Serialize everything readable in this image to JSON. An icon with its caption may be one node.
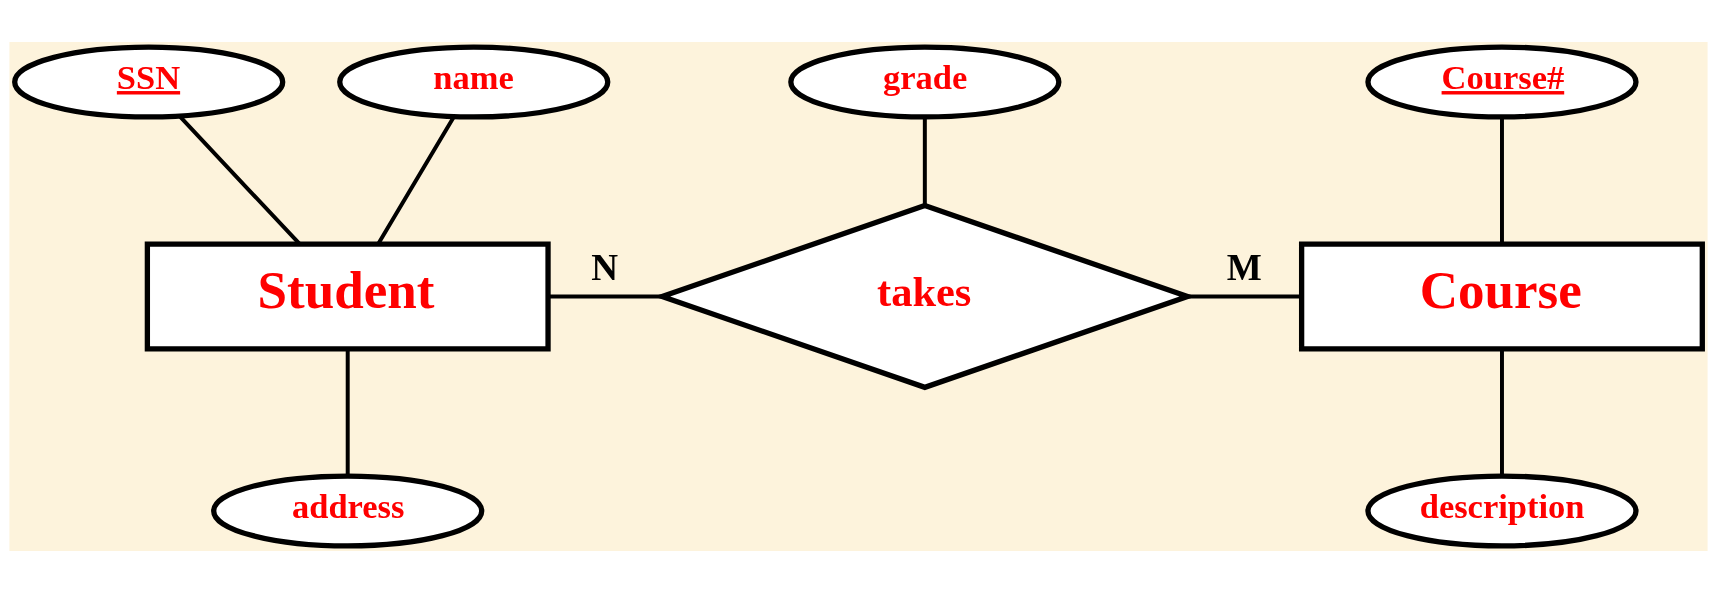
{
  "diagram": {
    "nodes": [
      {
        "text": [
          "SSN"
        ]
      },
      {
        "text": [
          "name"
        ]
      },
      {
        "text": [
          "grade"
        ]
      },
      {
        "text": [
          "Course#"
        ]
      },
      {
        "text": [
          "Student"
        ]
      },
      {
        "text": [
          "takes"
        ]
      },
      {
        "text": [
          "Course"
        ]
      },
      {
        "text": [
          "address"
        ]
      },
      {
        "text": [
          "description"
        ]
      }
    ],
    "edges": [
      {
        "from": 0,
        "to": 4,
        "arrow": "none"
      },
      {
        "from": 1,
        "to": 4,
        "arrow": "none"
      },
      {
        "from": 2,
        "to": 5,
        "arrow": "none"
      },
      {
        "from": 3,
        "to": 6,
        "arrow": "none"
      },
      {
        "from": 4,
        "to": 5,
        "arrow": "none",
        "label": "N"
      },
      {
        "from": 5,
        "to": 6,
        "arrow": "none",
        "label": "M"
      },
      {
        "from": 4,
        "to": 7,
        "arrow": "none"
      },
      {
        "from": 6,
        "to": 8,
        "arrow": "none"
      }
    ]
  }
}
